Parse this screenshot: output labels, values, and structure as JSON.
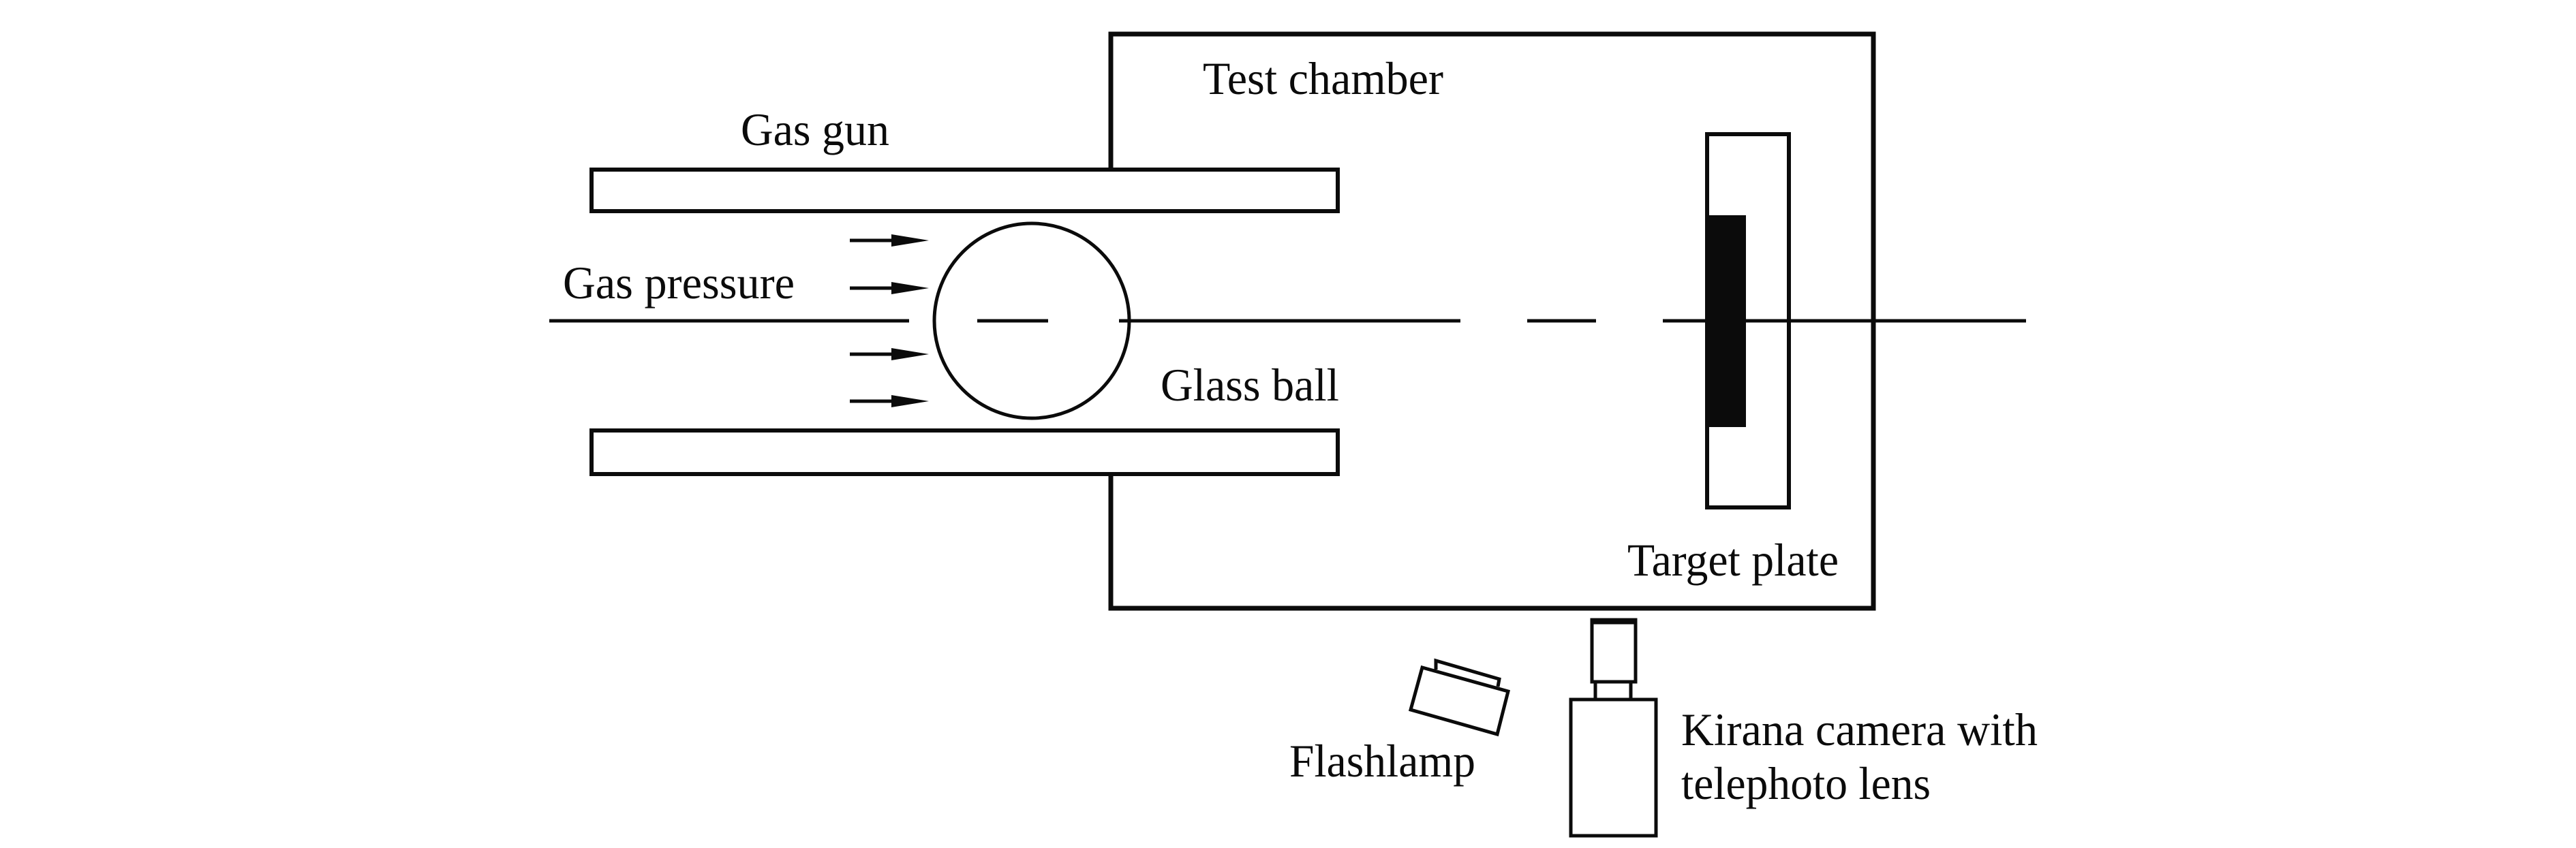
{
  "figure": {
    "title": "Gas gun glass ball impact test setup",
    "labels": {
      "gas_gun": "Gas gun",
      "test_chamber": "Test chamber",
      "gas_pressure": "Gas pressure",
      "glass_ball": "Glass ball",
      "target_plate": "Target plate",
      "flashlamp": "Flashlamp",
      "camera_line1": "Kirana camera with",
      "camera_line2": "telephoto lens"
    },
    "components": [
      {
        "id": "gas-gun",
        "name": "Gas gun",
        "shape": "two parallel barrel walls"
      },
      {
        "id": "test-chamber",
        "name": "Test chamber",
        "shape": "rectangle"
      },
      {
        "id": "glass-ball",
        "name": "Glass ball",
        "shape": "circle"
      },
      {
        "id": "gas-pressure-arrows",
        "name": "Gas pressure",
        "count": 4,
        "direction": "right"
      },
      {
        "id": "target-plate",
        "name": "Target plate",
        "shape": "rectangle with solid black strip"
      },
      {
        "id": "flashlamp",
        "name": "Flashlamp",
        "shape": "tilted rectangle"
      },
      {
        "id": "camera",
        "name": "Kirana camera with telephoto lens",
        "shape": "body with lens"
      },
      {
        "id": "center-axis",
        "name": "Flight axis",
        "style": "dash-dot centerline"
      }
    ],
    "colors": {
      "line": "#0b0b0b",
      "background": "#ffffff"
    }
  }
}
